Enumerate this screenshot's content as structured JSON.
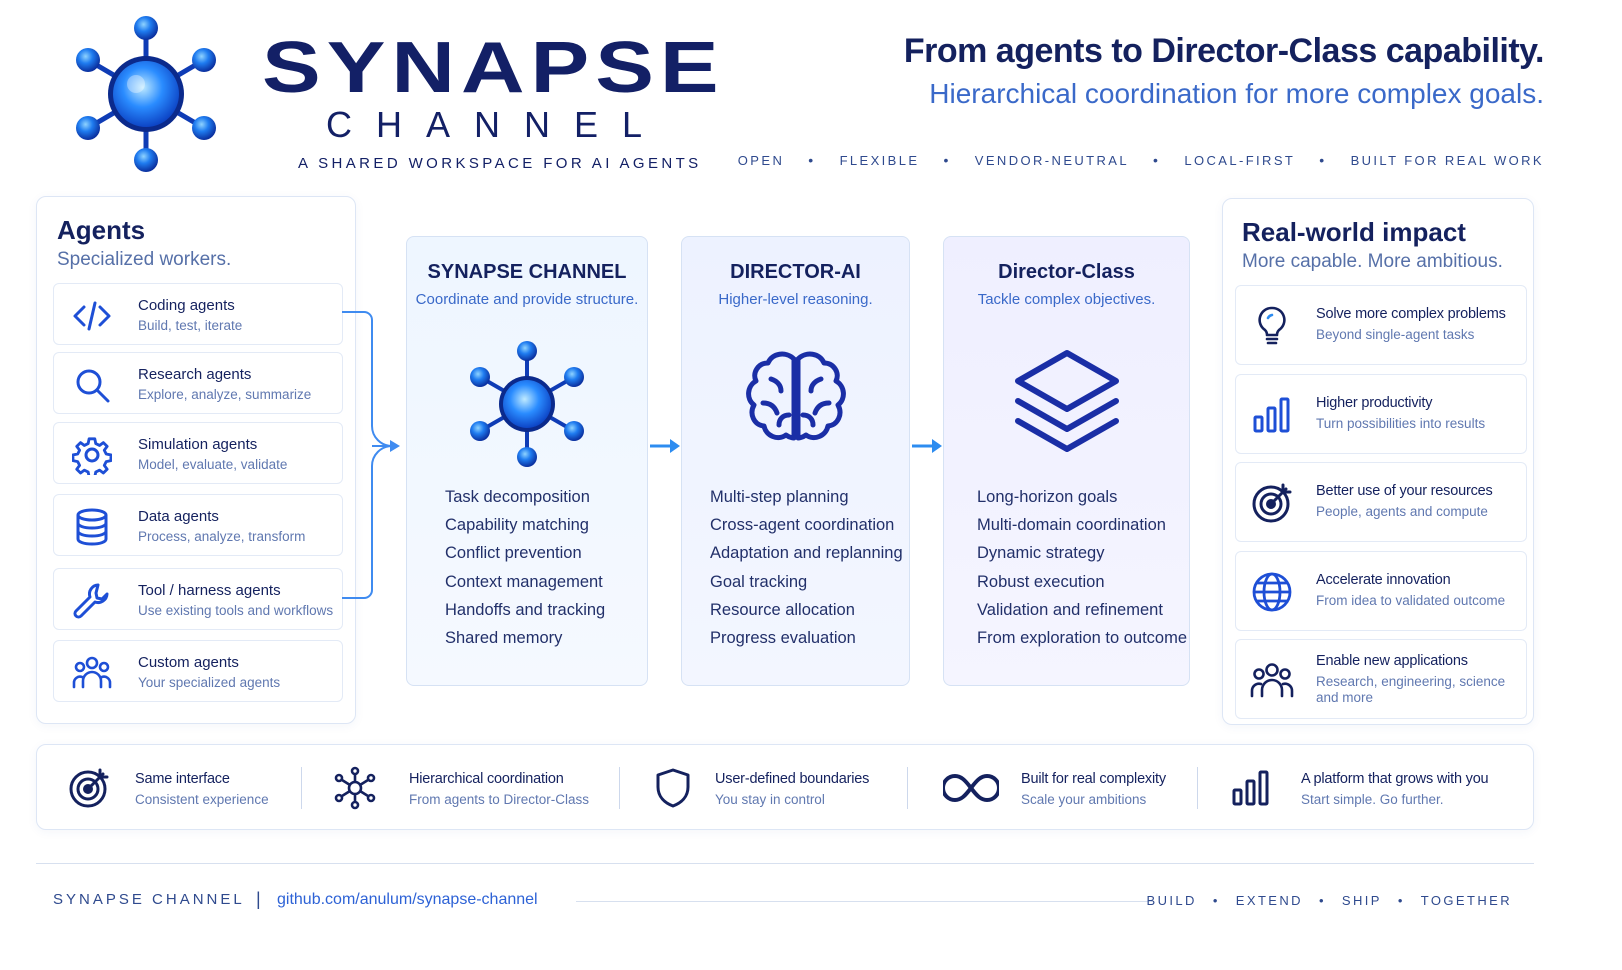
{
  "brand": {
    "name": "SYNAPSE",
    "channel": "CHANNEL",
    "tagline": "A SHARED WORKSPACE FOR AI AGENTS"
  },
  "header": {
    "headline": "From agents to Director-Class capability.",
    "subheadline": "Hierarchical coordination for more complex goals.",
    "values": [
      "OPEN",
      "FLEXIBLE",
      "VENDOR-NEUTRAL",
      "LOCAL-FIRST",
      "BUILT FOR REAL WORK"
    ]
  },
  "agents": {
    "title": "Agents",
    "subtitle": "Specialized workers.",
    "items": [
      {
        "title": "Coding agents",
        "desc": "Build, test, iterate",
        "icon": "code-icon"
      },
      {
        "title": "Research agents",
        "desc": "Explore, analyze, summarize",
        "icon": "search-icon"
      },
      {
        "title": "Simulation agents",
        "desc": "Model, evaluate, validate",
        "icon": "gear-icon"
      },
      {
        "title": "Data agents",
        "desc": "Process, analyze, transform",
        "icon": "database-icon"
      },
      {
        "title": "Tool / harness agents",
        "desc": "Use existing tools and workflows",
        "icon": "wrench-icon"
      },
      {
        "title": "Custom agents",
        "desc": "Your specialized agents",
        "icon": "users-icon"
      }
    ]
  },
  "columns": [
    {
      "title": "SYNAPSE CHANNEL",
      "subtitle": "Coordinate and provide structure.",
      "icon": "network-icon",
      "items": [
        "Task decomposition",
        "Capability matching",
        "Conflict prevention",
        "Context management",
        "Handoffs and tracking",
        "Shared memory"
      ]
    },
    {
      "title": "DIRECTOR-AI",
      "subtitle": "Higher-level reasoning.",
      "icon": "brain-icon",
      "items": [
        "Multi-step planning",
        "Cross-agent coordination",
        "Adaptation and replanning",
        "Goal tracking",
        "Resource allocation",
        "Progress evaluation"
      ]
    },
    {
      "title": "Director-Class",
      "subtitle": "Tackle complex objectives.",
      "icon": "layers-icon",
      "items": [
        "Long-horizon goals",
        "Multi-domain coordination",
        "Dynamic strategy",
        "Robust execution",
        "Validation and refinement",
        "From exploration to outcome"
      ]
    }
  ],
  "impact": {
    "title": "Real-world impact",
    "subtitle": "More capable. More ambitious.",
    "items": [
      {
        "title": "Solve more complex problems",
        "desc": "Beyond single-agent tasks",
        "icon": "lightbulb-icon"
      },
      {
        "title": "Higher productivity",
        "desc": "Turn possibilities into results",
        "icon": "bar-chart-icon"
      },
      {
        "title": "Better use of your resources",
        "desc": "People, agents and compute",
        "icon": "target-icon"
      },
      {
        "title": "Accelerate innovation",
        "desc": "From idea to validated outcome",
        "icon": "globe-icon"
      },
      {
        "title": "Enable new applications",
        "desc": "Research, engineering, science and more",
        "icon": "users-icon"
      }
    ]
  },
  "features": [
    {
      "title": "Same interface",
      "desc": "Consistent experience",
      "icon": "target-icon"
    },
    {
      "title": "Hierarchical coordination",
      "desc": "From agents to Director-Class",
      "icon": "hub-icon"
    },
    {
      "title": "User-defined boundaries",
      "desc": "You stay in control",
      "icon": "shield-icon"
    },
    {
      "title": "Built for real complexity",
      "desc": "Scale your ambitions",
      "icon": "infinity-icon"
    },
    {
      "title": "A platform that grows with you",
      "desc": "Start simple. Go further.",
      "icon": "bar-chart-icon"
    }
  ],
  "footer": {
    "brand": "SYNAPSE CHANNEL",
    "separator": "|",
    "link": "github.com/anulum/synapse-channel",
    "motto": [
      "BUILD",
      "EXTEND",
      "SHIP",
      "TOGETHER"
    ]
  },
  "colors": {
    "navy": "#132066",
    "accent_blue": "#2d62d6",
    "light_blue": "#3a69c9",
    "icon_blue": "#1e4fd6"
  }
}
